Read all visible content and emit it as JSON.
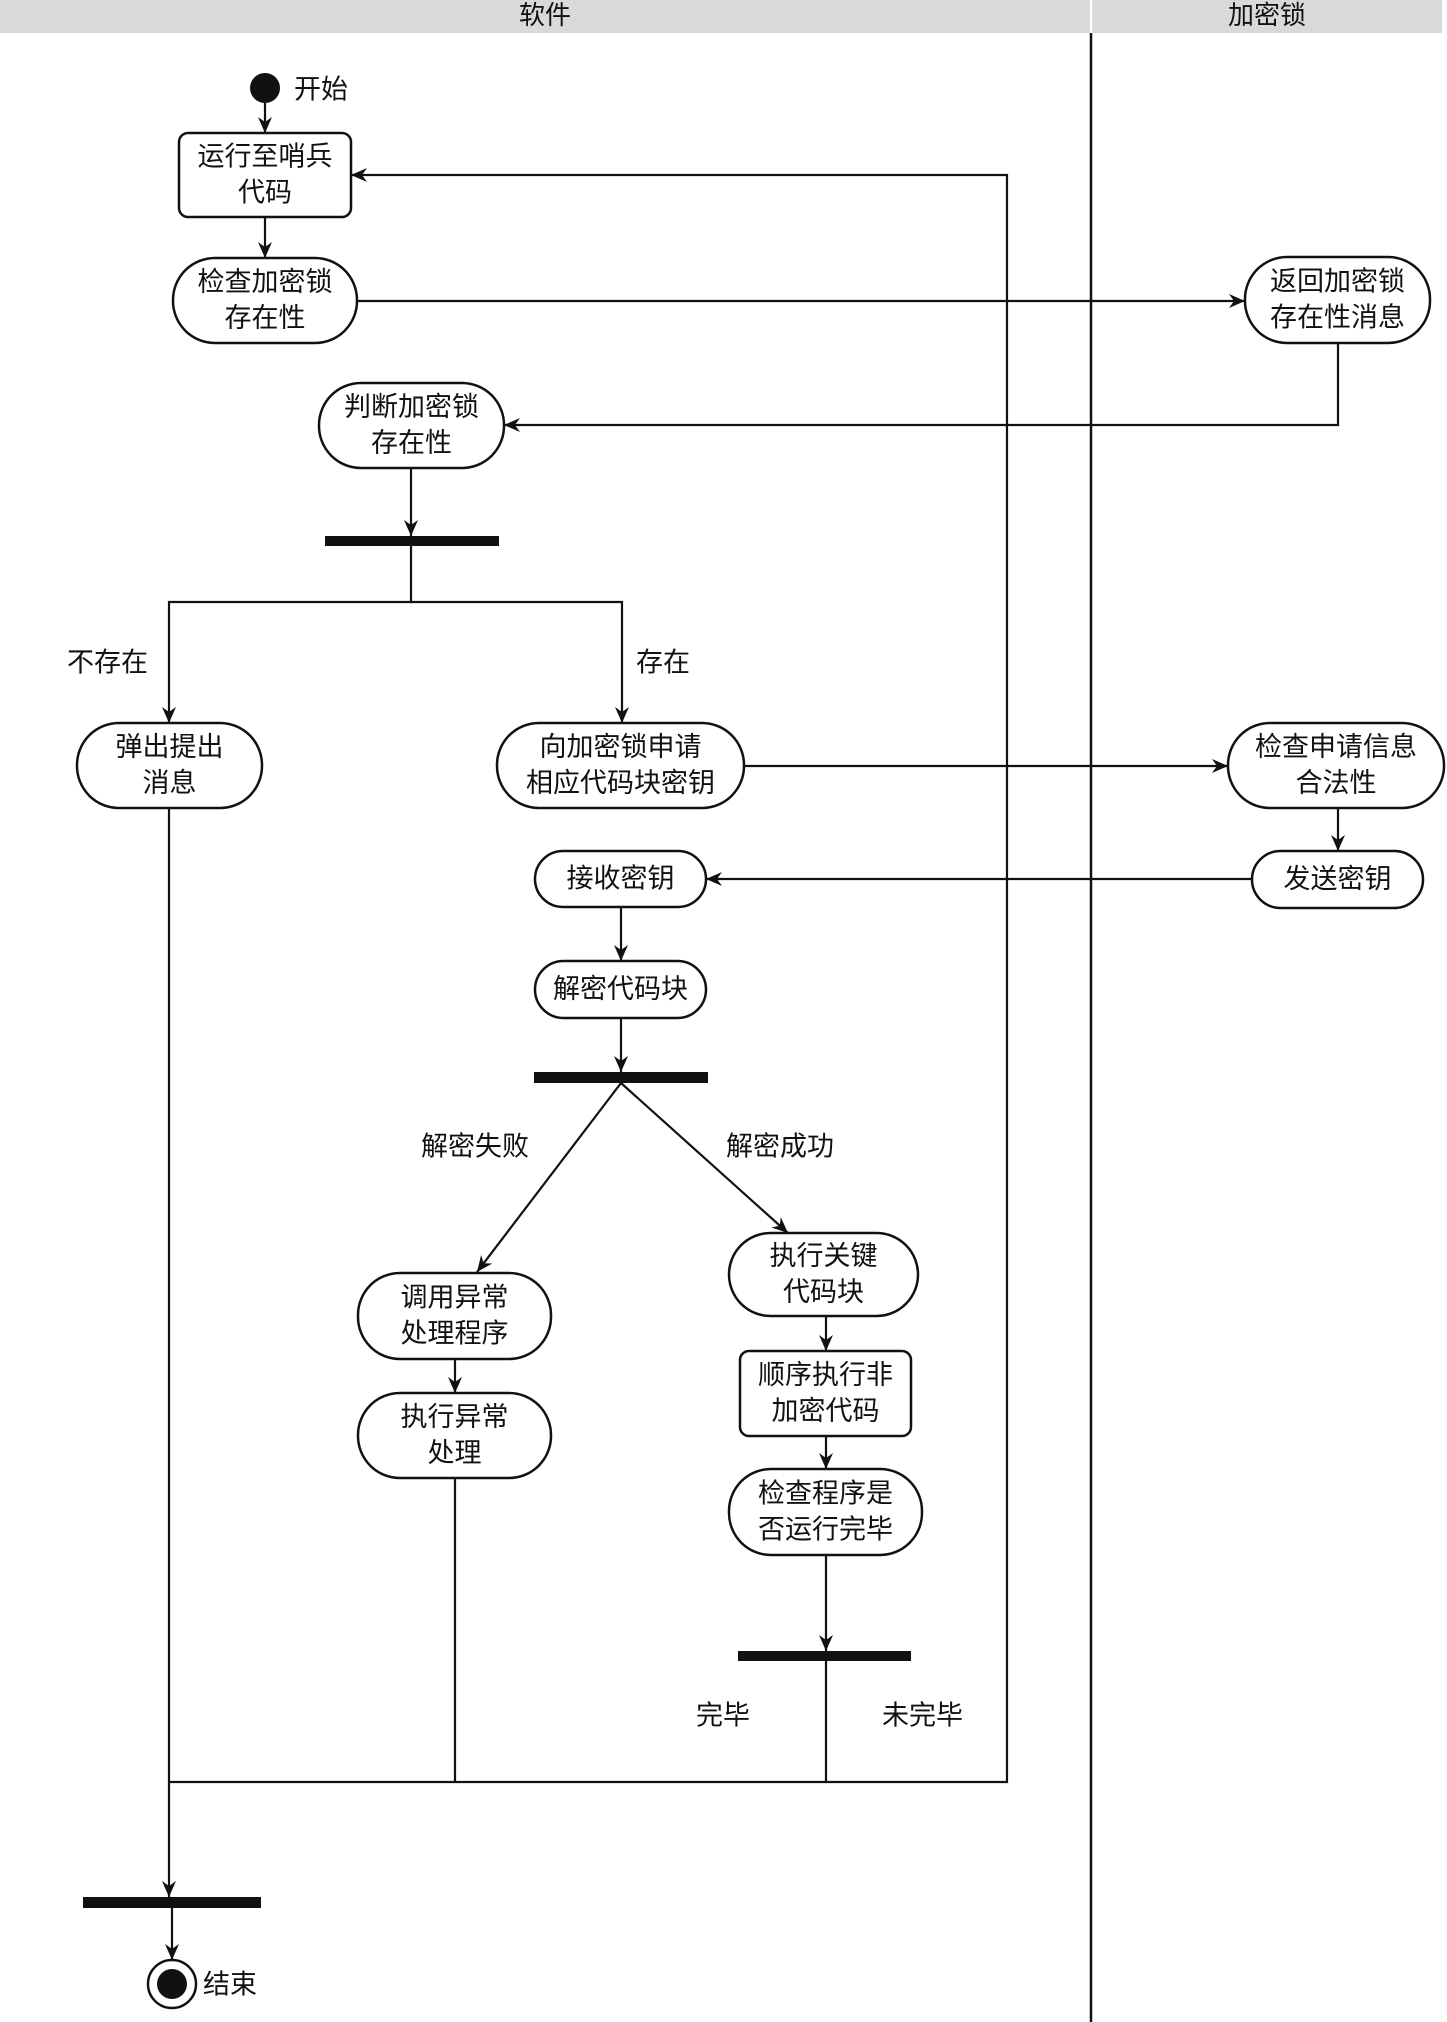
{
  "diagram": {
    "type": "uml-activity-swimlane",
    "lanes": [
      {
        "id": "software",
        "title": "软件"
      },
      {
        "id": "dongle",
        "title": "加密锁"
      }
    ],
    "start": {
      "label": "开始"
    },
    "end": {
      "label": "结束"
    },
    "nodes": [
      {
        "id": "run_to_sentinel",
        "lane": "software",
        "shape": "rounded-rect",
        "lines": [
          "运行至哨兵",
          "代码"
        ]
      },
      {
        "id": "check_dongle",
        "lane": "software",
        "shape": "pill",
        "lines": [
          "检查加密锁",
          "存在性"
        ]
      },
      {
        "id": "return_msg",
        "lane": "dongle",
        "shape": "pill",
        "lines": [
          "返回加密锁",
          "存在性消息"
        ]
      },
      {
        "id": "judge_dongle",
        "lane": "software",
        "shape": "pill",
        "lines": [
          "判断加密锁",
          "存在性"
        ]
      },
      {
        "id": "popup_msg",
        "lane": "software",
        "shape": "pill",
        "lines": [
          "弹出提出",
          "消息"
        ]
      },
      {
        "id": "request_key",
        "lane": "software",
        "shape": "pill",
        "lines": [
          "向加密锁申请",
          "相应代码块密钥"
        ]
      },
      {
        "id": "check_request",
        "lane": "dongle",
        "shape": "pill",
        "lines": [
          "检查申请信息",
          "合法性"
        ]
      },
      {
        "id": "send_key",
        "lane": "dongle",
        "shape": "pill",
        "lines": [
          "发送密钥"
        ]
      },
      {
        "id": "receive_key",
        "lane": "software",
        "shape": "pill",
        "lines": [
          "接收密钥"
        ]
      },
      {
        "id": "decrypt_block",
        "lane": "software",
        "shape": "pill",
        "lines": [
          "解密代码块"
        ]
      },
      {
        "id": "call_handler",
        "lane": "software",
        "shape": "pill",
        "lines": [
          "调用异常",
          "处理程序"
        ]
      },
      {
        "id": "exec_handler",
        "lane": "software",
        "shape": "pill",
        "lines": [
          "执行异常",
          "处理"
        ]
      },
      {
        "id": "exec_key_block",
        "lane": "software",
        "shape": "pill",
        "lines": [
          "执行关键",
          "代码块"
        ]
      },
      {
        "id": "exec_plain",
        "lane": "software",
        "shape": "rounded-rect",
        "lines": [
          "顺序执行非",
          "加密代码"
        ]
      },
      {
        "id": "check_done",
        "lane": "software",
        "shape": "pill",
        "lines": [
          "检查程序是",
          "否运行完毕"
        ]
      }
    ],
    "guards": {
      "not_exist": "不存在",
      "exist": "存在",
      "decrypt_fail": "解密失败",
      "decrypt_ok": "解密成功",
      "done": "完毕",
      "not_done": "未完毕"
    },
    "flows": [
      {
        "from": "start",
        "to": "run_to_sentinel"
      },
      {
        "from": "run_to_sentinel",
        "to": "check_dongle"
      },
      {
        "from": "check_dongle",
        "to": "return_msg"
      },
      {
        "from": "return_msg",
        "to": "judge_dongle"
      },
      {
        "from": "judge_dongle",
        "to": "fork1"
      },
      {
        "from": "fork1",
        "to": "popup_msg",
        "guard": "not_exist"
      },
      {
        "from": "fork1",
        "to": "request_key",
        "guard": "exist"
      },
      {
        "from": "request_key",
        "to": "check_request"
      },
      {
        "from": "check_request",
        "to": "send_key"
      },
      {
        "from": "send_key",
        "to": "receive_key"
      },
      {
        "from": "receive_key",
        "to": "decrypt_block"
      },
      {
        "from": "decrypt_block",
        "to": "fork2"
      },
      {
        "from": "fork2",
        "to": "call_handler",
        "guard": "decrypt_fail"
      },
      {
        "from": "fork2",
        "to": "exec_key_block",
        "guard": "decrypt_ok"
      },
      {
        "from": "call_handler",
        "to": "exec_handler"
      },
      {
        "from": "exec_key_block",
        "to": "exec_plain"
      },
      {
        "from": "exec_plain",
        "to": "check_done"
      },
      {
        "from": "check_done",
        "to": "fork3"
      },
      {
        "from": "fork3",
        "to": "join_end",
        "guard": "done"
      },
      {
        "from": "fork3",
        "to": "run_to_sentinel",
        "guard": "not_done"
      },
      {
        "from": "exec_handler",
        "to": "join_end"
      },
      {
        "from": "popup_msg",
        "to": "join_end"
      },
      {
        "from": "join_end",
        "to": "end"
      }
    ],
    "colors": {
      "line": "#111111",
      "header_bg": "#d9d9d9",
      "node_fill": "#ffffff"
    }
  }
}
